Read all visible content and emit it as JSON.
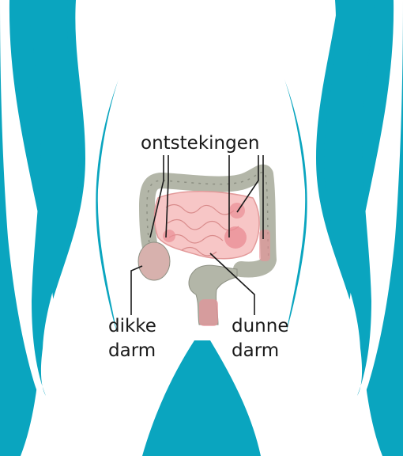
{
  "labels": {
    "inflammations": "ontstekingen",
    "large_intestine": [
      "dikke",
      "darm"
    ],
    "small_intestine": [
      "dunne",
      "darm"
    ]
  },
  "colors": {
    "background": "#0aa5bf",
    "body": "#ffffff",
    "colon": "#b3b6a8",
    "colon_dark": "#8d9083",
    "small_intestine": "#f7c6c6",
    "small_intestine_stroke": "#e39a9a",
    "inflammation": "#ea8f96",
    "leader_line": "#1a1a1a"
  }
}
